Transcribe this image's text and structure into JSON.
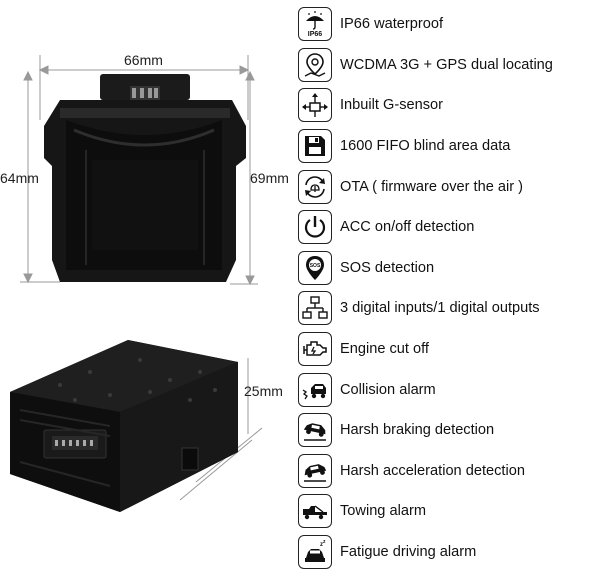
{
  "dimensions": {
    "width": "66mm",
    "height_left": "64mm",
    "height_right": "69mm",
    "depth": "25mm"
  },
  "features": [
    {
      "icon": "waterproof-icon",
      "label": "IP66 waterproof",
      "badge": "IP66"
    },
    {
      "icon": "location-pin-icon",
      "label": "WCDMA 3G + GPS dual locating"
    },
    {
      "icon": "g-sensor-icon",
      "label": "Inbuilt  G-sensor"
    },
    {
      "icon": "floppy-disk-icon",
      "label": "1600 FIFO blind area data"
    },
    {
      "icon": "ota-update-icon",
      "label": "OTA ( firmware over the air )"
    },
    {
      "icon": "power-icon",
      "label": "ACC on/off detection"
    },
    {
      "icon": "sos-pin-icon",
      "label": "SOS detection",
      "badge": "SOS"
    },
    {
      "icon": "network-tree-icon",
      "label": "3 digital inputs/1 digital outputs"
    },
    {
      "icon": "engine-icon",
      "label": "Engine cut off"
    },
    {
      "icon": "collision-icon",
      "label": "Collision alarm"
    },
    {
      "icon": "harsh-braking-icon",
      "label": "Harsh braking detection"
    },
    {
      "icon": "harsh-acceleration-icon",
      "label": "Harsh acceleration detection"
    },
    {
      "icon": "towing-icon",
      "label": "Towing alarm"
    },
    {
      "icon": "fatigue-driving-icon",
      "label": "Fatigue driving alarm"
    }
  ]
}
